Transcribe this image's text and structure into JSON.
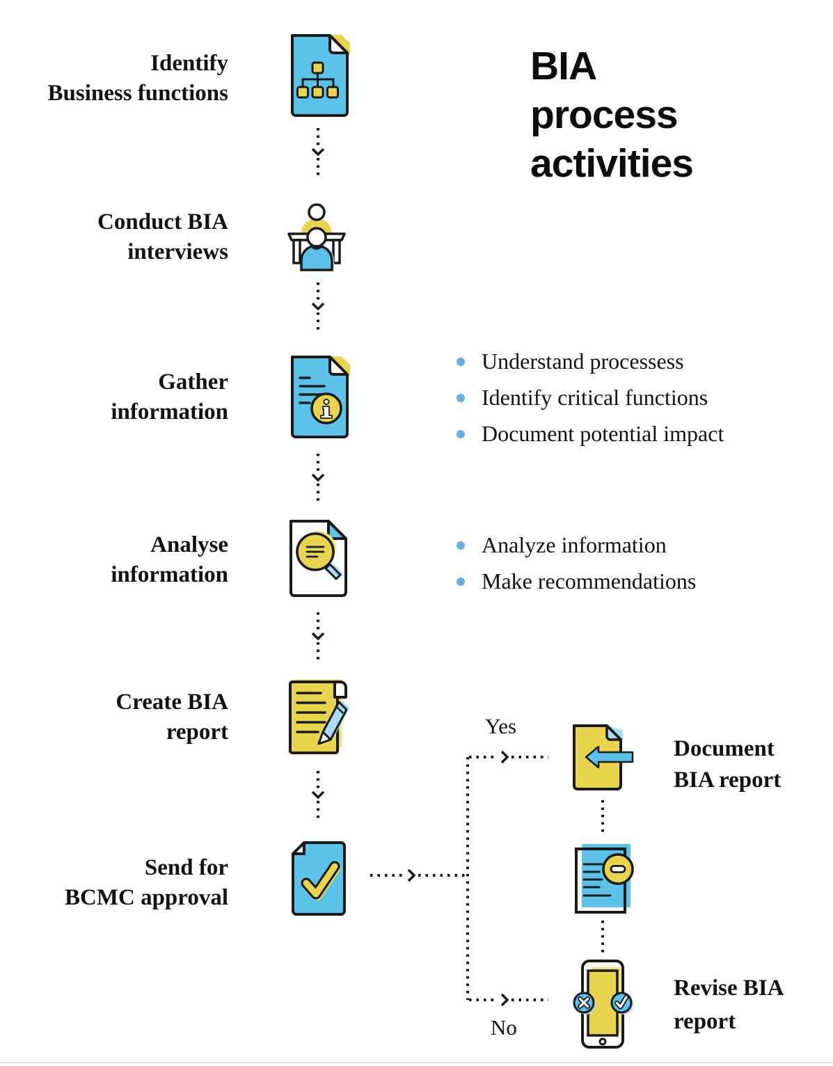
{
  "title": {
    "lines": [
      "BIA",
      "process",
      "activities"
    ]
  },
  "colors": {
    "ink": "#1a1a1a",
    "blue": "#5bc2e9",
    "light_blue": "#a9dcf2",
    "yellow": "#e9d44e",
    "yellow_shadow": "#f0e176",
    "bullet_blue": "#63b1dd"
  },
  "flow": {
    "steps": [
      {
        "name": "identify-business-functions",
        "lines": [
          "Identify",
          "Business functions"
        ],
        "icon": "org-chart-document"
      },
      {
        "name": "conduct-bia-interviews",
        "lines": [
          "Conduct BIA",
          "interviews"
        ],
        "icon": "interview-desk"
      },
      {
        "name": "gather-information",
        "lines": [
          "Gather",
          "information"
        ],
        "icon": "info-document",
        "bullets": [
          "Understand processess",
          "Identify critical functions",
          "Document potential impact"
        ]
      },
      {
        "name": "analyse-information",
        "lines": [
          "Analyse",
          "information"
        ],
        "icon": "magnifier-document",
        "bullets": [
          "Analyze information",
          "Make recommendations"
        ]
      },
      {
        "name": "create-bia-report",
        "lines": [
          "Create BIA",
          "report"
        ],
        "icon": "report-pen"
      },
      {
        "name": "send-for-bcmc-approval",
        "lines": [
          "Send for",
          "BCMC approval"
        ],
        "icon": "approved-document"
      }
    ],
    "decision": {
      "yes_label": "Yes",
      "no_label": "No",
      "yes_outcome": {
        "lines": [
          "Document",
          "BIA report"
        ],
        "icon": "document-received"
      },
      "revision_icon": "document-minus",
      "no_outcome": {
        "lines": [
          "Revise BIA",
          "report"
        ],
        "icon": "phone-approve-reject"
      }
    }
  }
}
